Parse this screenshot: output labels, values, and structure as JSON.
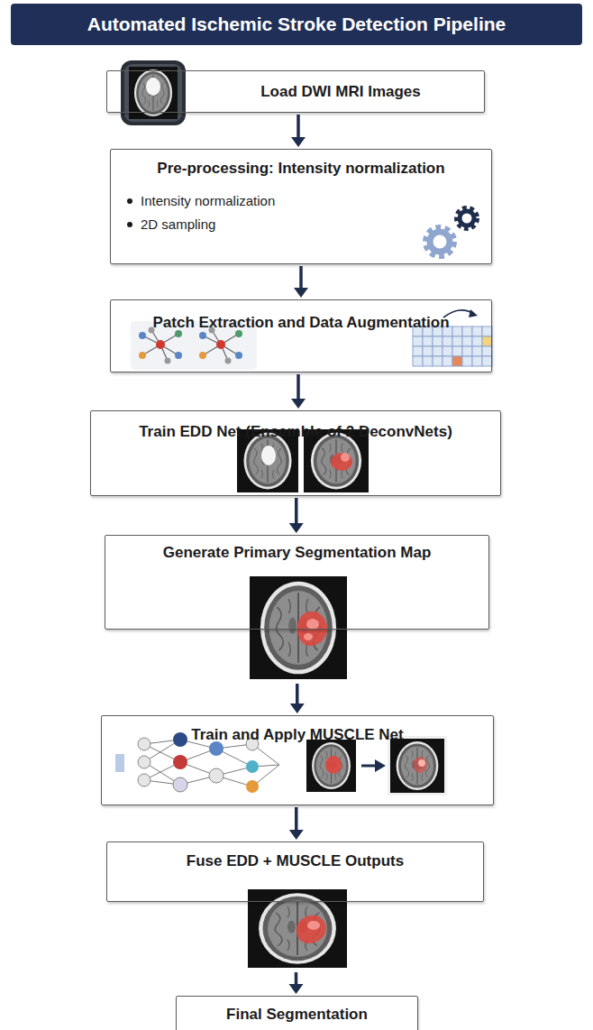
{
  "diagram": {
    "title": "Automated Ischemic Stroke Detection Pipeline",
    "nodes": [
      {
        "text": [
          "Load DWI MRI Images"
        ]
      },
      {
        "text": [
          "Pre-processing: Intensity normalization",
          "Intensity normalization",
          "2D sampling"
        ]
      },
      {
        "text": [
          "Patch Extraction and Data Augmentation"
        ]
      },
      {
        "text": [
          "Train EDD Net (Ensemble of 2 DeconvNets)"
        ]
      },
      {
        "text": [
          "Generate Primary Segmentation Map"
        ]
      },
      {
        "text": [
          "Train and Apply MUSCLE Net"
        ]
      },
      {
        "text": [
          "Fuse EDD + MUSCLE Outputs"
        ]
      },
      {
        "text": [
          "Final Segmentation"
        ]
      }
    ],
    "edges": [
      {
        "from": 0,
        "to": 1,
        "arrow": "to"
      },
      {
        "from": 1,
        "to": 2,
        "arrow": "to"
      },
      {
        "from": 2,
        "to": 3,
        "arrow": "to"
      },
      {
        "from": 3,
        "to": 4,
        "arrow": "to"
      },
      {
        "from": 4,
        "to": 5,
        "arrow": "to"
      },
      {
        "from": 5,
        "to": 6,
        "arrow": "to"
      },
      {
        "from": 6,
        "to": 7,
        "arrow": "to"
      }
    ]
  }
}
